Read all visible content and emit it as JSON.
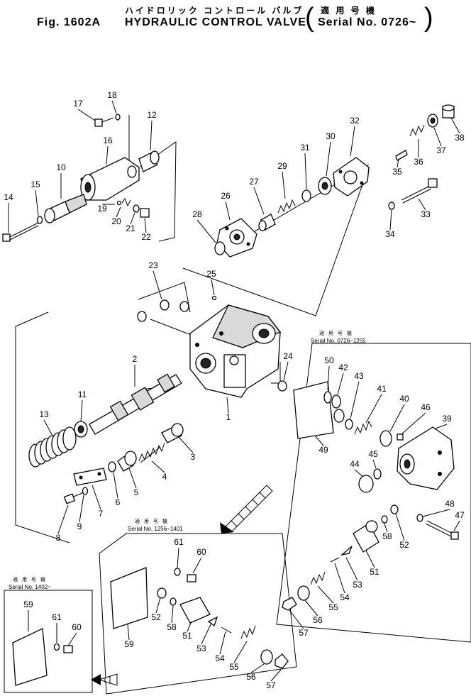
{
  "title": {
    "fig_no": "Fig. 1602A",
    "name_jp": "ハイドロリック コントロール バルブ",
    "name_en": "HYDRAULIC CONTROL VALVE",
    "applicable_jp": "適 用 号 機",
    "serial": "Serial No. 0726~"
  },
  "insets": [
    {
      "applicable_jp": "適 用 号 機",
      "serial": "Serial  No.  0726~1255"
    },
    {
      "applicable_jp": "適 用 号 機",
      "serial": "Serial  No.  1256~1401"
    },
    {
      "applicable_jp": "適 用 号 機",
      "serial": "Serial No. 1402~"
    }
  ],
  "callouts": {
    "main": [
      "1",
      "2",
      "3",
      "4",
      "5",
      "6",
      "7",
      "8",
      "9",
      "10",
      "11",
      "12",
      "13",
      "14",
      "15",
      "16",
      "17",
      "18",
      "19",
      "20",
      "21",
      "22",
      "23",
      "24",
      "25",
      "26",
      "27",
      "28",
      "29",
      "30",
      "31",
      "32",
      "33",
      "34",
      "35",
      "36",
      "37",
      "38"
    ],
    "inset_0726_1255": [
      "39",
      "40",
      "41",
      "42",
      "43",
      "44",
      "45",
      "46",
      "47",
      "48",
      "49",
      "50",
      "51",
      "52",
      "53",
      "54",
      "55",
      "56",
      "57",
      "58"
    ],
    "inset_1256_1401": [
      "52",
      "53",
      "54",
      "55",
      "56",
      "57",
      "58",
      "59",
      "60",
      "61",
      "51"
    ],
    "inset_1402": [
      "59",
      "60",
      "61"
    ]
  }
}
